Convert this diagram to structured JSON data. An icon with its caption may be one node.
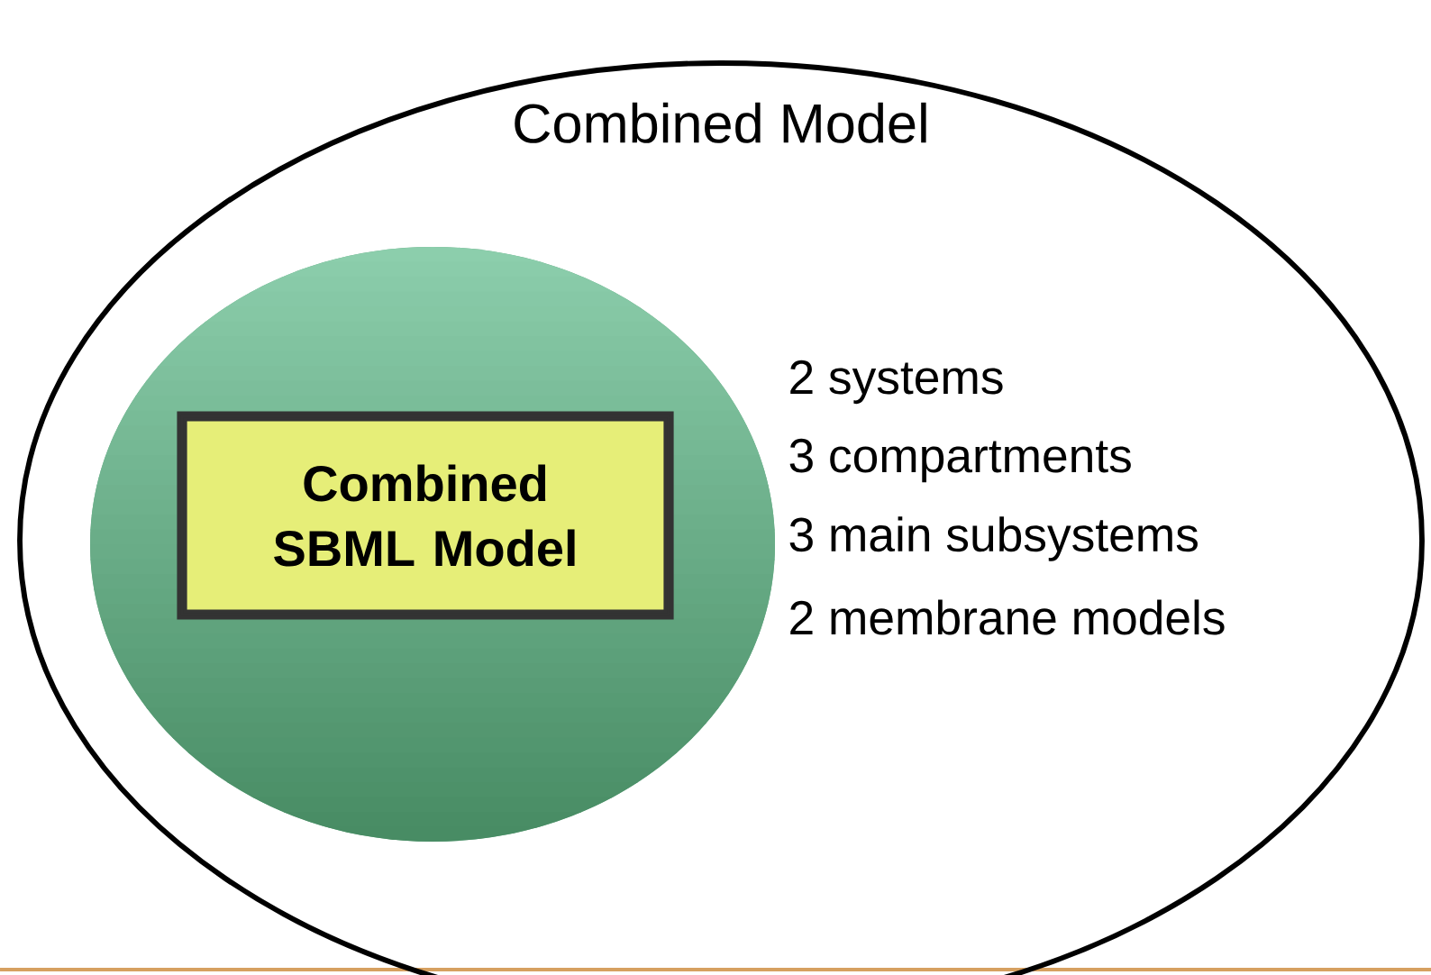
{
  "diagram": {
    "nodes": [
      {
        "text": [
          "Combined Model"
        ]
      },
      {
        "text": [],
        "shape": "circle",
        "in": 0
      },
      {
        "text": [
          "Combined SBML Model"
        ],
        "in": 1
      }
    ],
    "labels": [
      "2 systems",
      "3 compartments",
      "3 main subsystems",
      "2 membrane models"
    ]
  }
}
